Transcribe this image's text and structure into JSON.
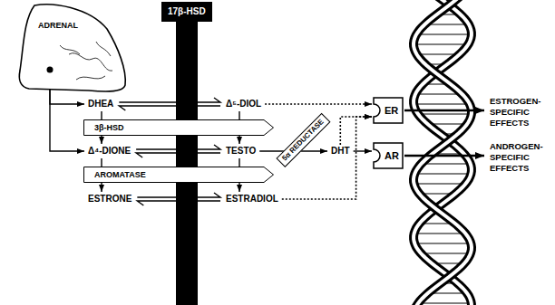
{
  "diagram": {
    "nodes": [
      {
        "text": [
          "ADRENAL"
        ]
      },
      {
        "text": [
          "17β-HSD"
        ]
      },
      {
        "text": [
          "DHEA"
        ]
      },
      {
        "text": [
          "Δ⁵-DIOL"
        ]
      },
      {
        "text": [
          "3β-HSD"
        ]
      },
      {
        "text": [
          "Δ⁴-DIONE"
        ]
      },
      {
        "text": [
          "TESTO"
        ]
      },
      {
        "text": [
          "AROMATASE"
        ]
      },
      {
        "text": [
          "ESTRONE"
        ]
      },
      {
        "text": [
          "ESTRADIOL"
        ]
      },
      {
        "text": [
          "5α REDUCTASE"
        ]
      },
      {
        "text": [
          "DHT"
        ]
      },
      {
        "text": [
          "ER"
        ]
      },
      {
        "text": [
          "AR"
        ]
      }
    ],
    "edges": [
      {
        "from": 0,
        "to": 2,
        "arrow": "to"
      },
      {
        "from": 0,
        "to": 5,
        "arrow": "to"
      },
      {
        "from": 2,
        "to": 3,
        "arrow": "both"
      },
      {
        "from": 5,
        "to": 6,
        "arrow": "both"
      },
      {
        "from": 8,
        "to": 9,
        "arrow": "both"
      },
      {
        "from": 2,
        "to": 5,
        "arrow": "to"
      },
      {
        "from": 3,
        "to": 6,
        "arrow": "to"
      },
      {
        "from": 5,
        "to": 8,
        "arrow": "to"
      },
      {
        "from": 6,
        "to": 9,
        "arrow": "to"
      },
      {
        "from": 6,
        "to": 11,
        "arrow": "to"
      },
      {
        "from": 11,
        "to": 13,
        "arrow": "to"
      },
      {
        "from": 11,
        "to": 12,
        "arrow": "to"
      },
      {
        "from": 3,
        "to": 12,
        "arrow": "to"
      },
      {
        "from": 9,
        "to": 12,
        "arrow": "to"
      }
    ],
    "labels": [
      "ESTROGEN- SPECIFIC EFFECTS",
      "ANDROGEN- SPECIFIC EFFECTS"
    ]
  }
}
